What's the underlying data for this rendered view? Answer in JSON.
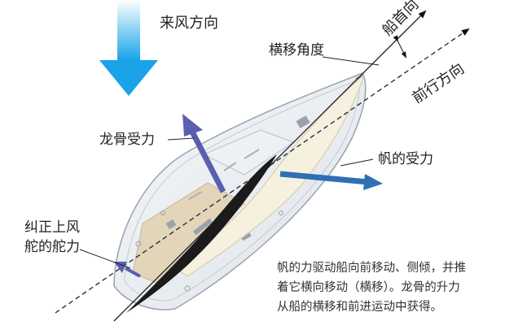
{
  "labels": {
    "wind": "来风方向",
    "heading": "船首向",
    "course": "前行方向",
    "leeway": "横移角度",
    "keel_force": "龙骨受力",
    "sail_force": "帆的受力",
    "rudder_force_line1": "纠正上风",
    "rudder_force_line2": "舵的舵力"
  },
  "note": {
    "line1": "帆的力驱动船向前移动、侧倾，并推",
    "line2": "着它横向移动（横移）。龙骨的升力",
    "line3": "从船的横移和前进运动中获得。"
  },
  "colors": {
    "wind_arrow": "#1aa3e8",
    "force_arrow": "#5b5fb0",
    "sail_force_arrow": "#2f6fb3",
    "hull_fill": "#e9edf1",
    "sail_fill": "#f6f0de",
    "keel": "#1b1b1b",
    "deck_accent": "#e3d5ba"
  },
  "icons": {
    "wind": "down-arrow-icon",
    "heading": "heading-arrow-icon",
    "course": "course-arrow-icon"
  }
}
